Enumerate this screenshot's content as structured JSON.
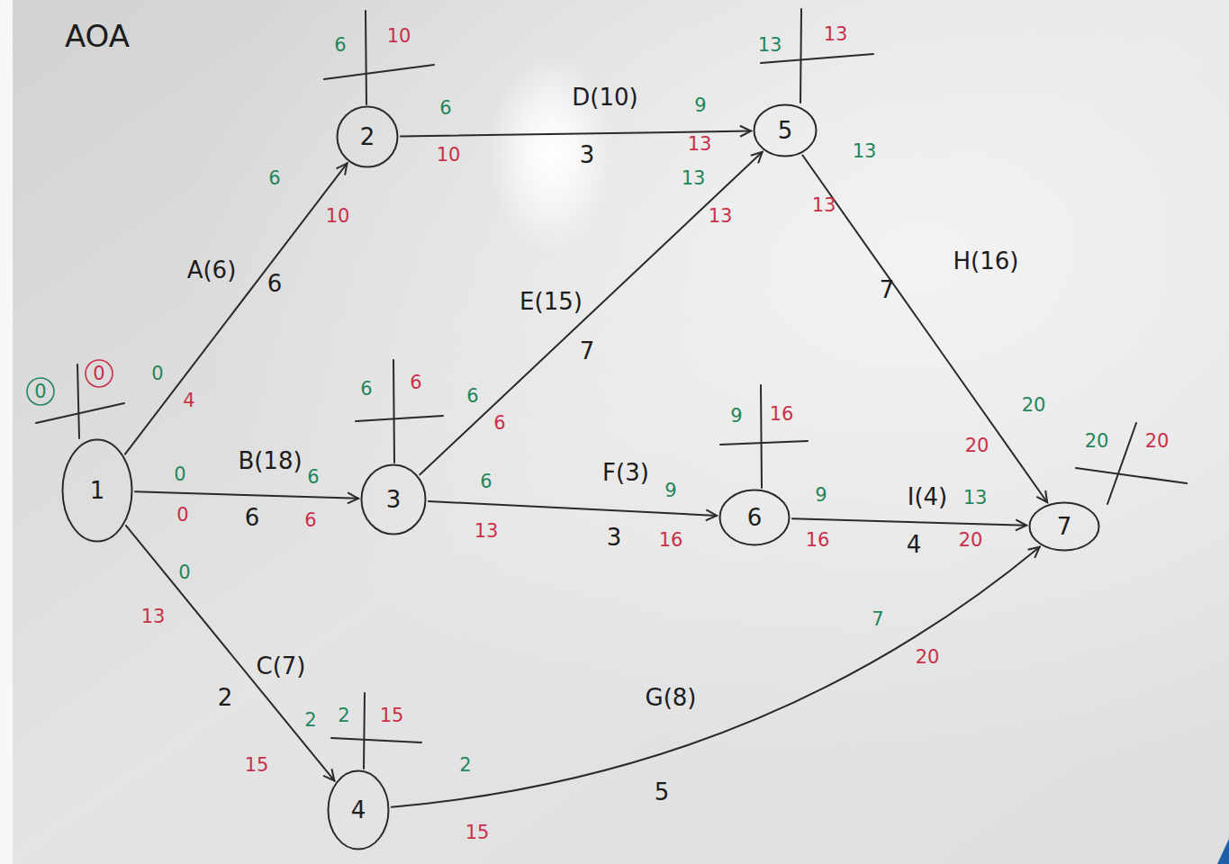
{
  "diagram": {
    "title": "AOA",
    "nodes": [
      {
        "text": [
          "1"
        ]
      },
      {
        "text": [
          "2"
        ]
      },
      {
        "text": [
          "3"
        ]
      },
      {
        "text": [
          "4"
        ]
      },
      {
        "text": [
          "5"
        ]
      },
      {
        "text": [
          "6"
        ]
      },
      {
        "text": [
          "7"
        ]
      }
    ],
    "edges": [
      {
        "from": 0,
        "to": 1,
        "label": "A(6)",
        "arrow": "to"
      },
      {
        "from": 0,
        "to": 2,
        "label": "B(18)",
        "arrow": "to"
      },
      {
        "from": 0,
        "to": 3,
        "label": "C(7)",
        "arrow": "to"
      },
      {
        "from": 1,
        "to": 4,
        "label": "D(10)",
        "arrow": "to"
      },
      {
        "from": 2,
        "to": 4,
        "label": "E(15)",
        "arrow": "to"
      },
      {
        "from": 2,
        "to": 5,
        "label": "F(3)",
        "arrow": "to"
      },
      {
        "from": 3,
        "to": 6,
        "label": "G(8)",
        "arrow": "to"
      },
      {
        "from": 4,
        "to": 6,
        "label": "H(16)",
        "arrow": "to"
      },
      {
        "from": 5,
        "to": 6,
        "label": "I(4)",
        "arrow": "to"
      }
    ],
    "labels": [
      "0",
      "0",
      "6",
      "10",
      "6",
      "6",
      "2",
      "15",
      "13",
      "13",
      "9",
      "16",
      "20",
      "20",
      "6",
      "0",
      "4",
      "6",
      "10",
      "6",
      "0",
      "0",
      "6",
      "6",
      "2",
      "0",
      "13",
      "2",
      "15",
      "3",
      "6",
      "10",
      "9",
      "13",
      "7",
      "6",
      "6",
      "13",
      "13",
      "3",
      "6",
      "13",
      "9",
      "16",
      "5",
      "2",
      "15",
      "7",
      "20",
      "7",
      "13",
      "13",
      "20",
      "20",
      "4",
      "9",
      "16",
      "13",
      "20"
    ]
  }
}
